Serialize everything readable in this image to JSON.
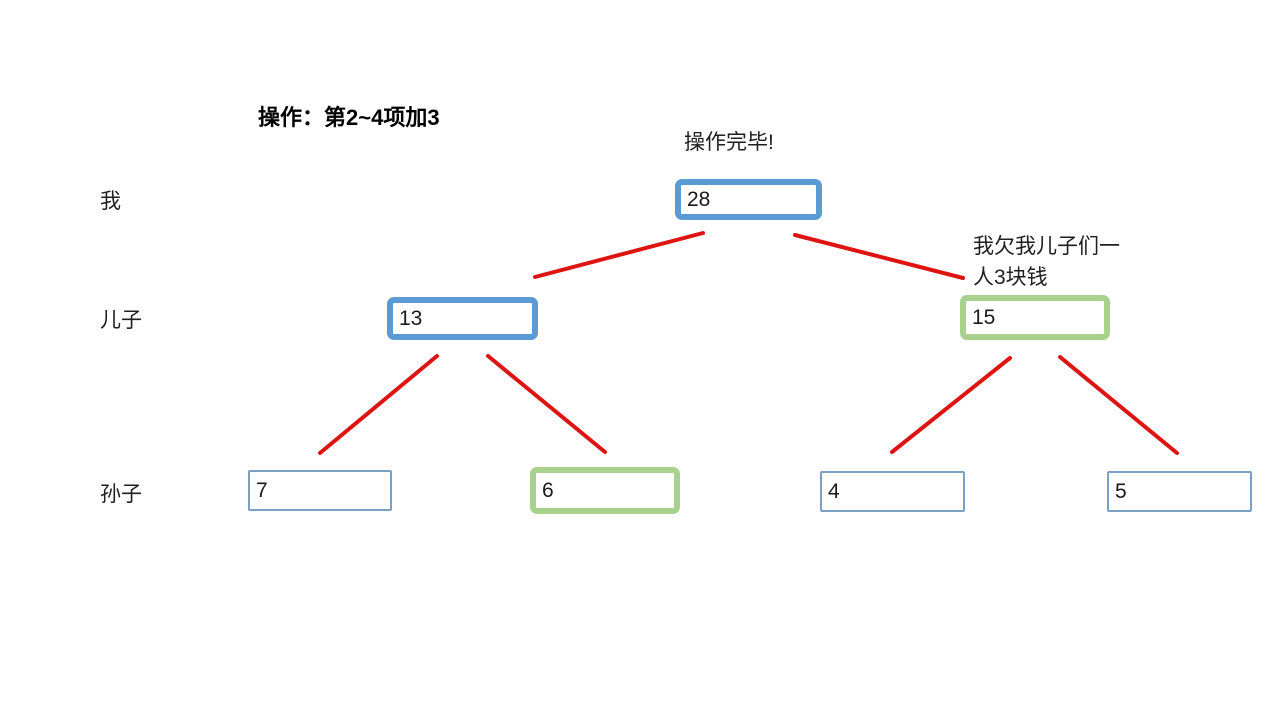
{
  "title": "操作：第2~4项加3",
  "status_note": "操作完毕!",
  "annotation": {
    "line1": "我欠我儿子们一",
    "line2": "人3块钱"
  },
  "row_labels": [
    {
      "label": "我"
    },
    {
      "label": "儿子"
    },
    {
      "label": "孙子"
    }
  ],
  "nodes": {
    "root": {
      "value": "28",
      "state": "updated"
    },
    "son_left": {
      "value": "13",
      "state": "updated"
    },
    "son_right": {
      "value": "15",
      "state": "lazy"
    },
    "grandson_1": {
      "value": "7",
      "state": "plain"
    },
    "grandson_2": {
      "value": "6",
      "state": "lazy"
    },
    "grandson_3": {
      "value": "4",
      "state": "plain"
    },
    "grandson_4": {
      "value": "5",
      "state": "plain"
    }
  },
  "colors": {
    "updated_node_border": "#5b9bd5",
    "lazy_node_border": "#a9d18e",
    "plain_node_border": "#7aa0c4",
    "edge": "#dd1412",
    "text": "#1f1f1f",
    "background": "#ffffff"
  }
}
